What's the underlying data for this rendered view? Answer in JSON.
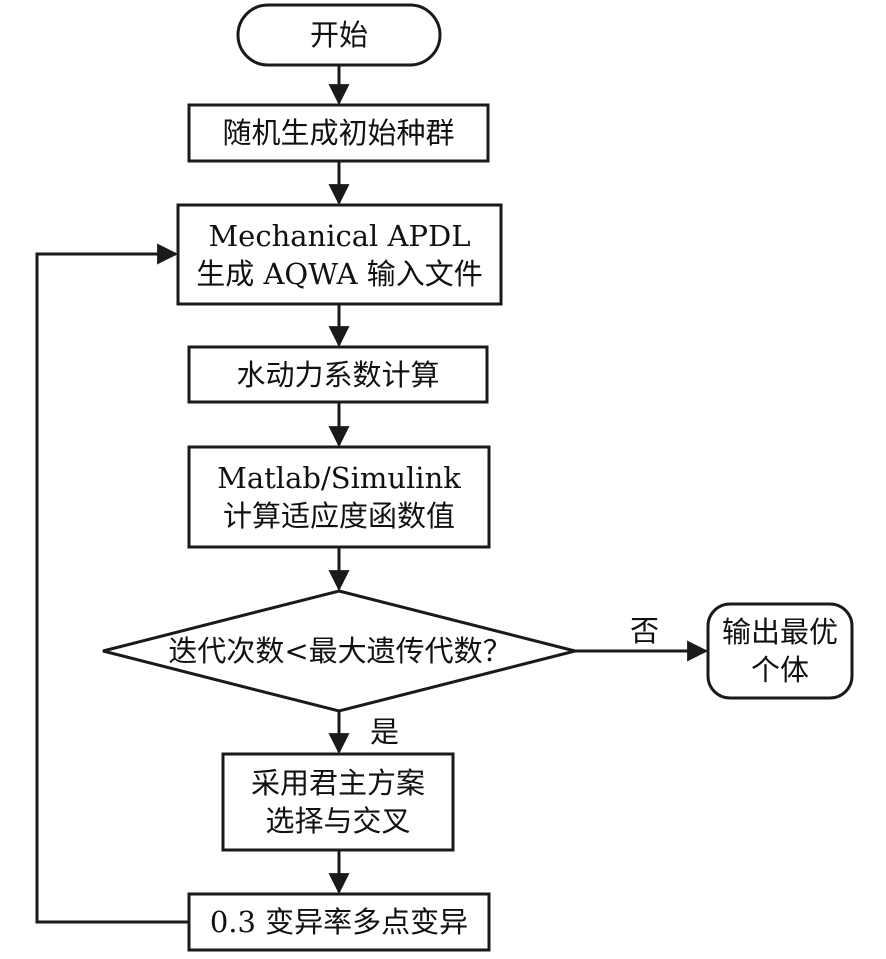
{
  "flowchart": {
    "start": {
      "text": "开始"
    },
    "init_population": {
      "text": "随机生成初始种群"
    },
    "generate_input": {
      "line1": "Mechanical APDL",
      "line2": "生成 AQWA 输入文件"
    },
    "hydro_calc": {
      "text": "水动力系数计算"
    },
    "fitness_calc": {
      "line1": "Matlab/Simulink",
      "line2": "计算适应度函数值"
    },
    "decision": {
      "text": "迭代次数<最大遗传代数？"
    },
    "output_best": {
      "line1": "输出最优",
      "line2": "个体"
    },
    "selection_crossover": {
      "line1": "采用君主方案",
      "line2": "选择与交叉"
    },
    "mutation": {
      "text": "0.3 变异率多点变异"
    },
    "label_no": "否",
    "label_yes": "是"
  },
  "colors": {
    "stroke": "#1a1a1a",
    "fill": "#ffffff",
    "text": "#111111"
  }
}
